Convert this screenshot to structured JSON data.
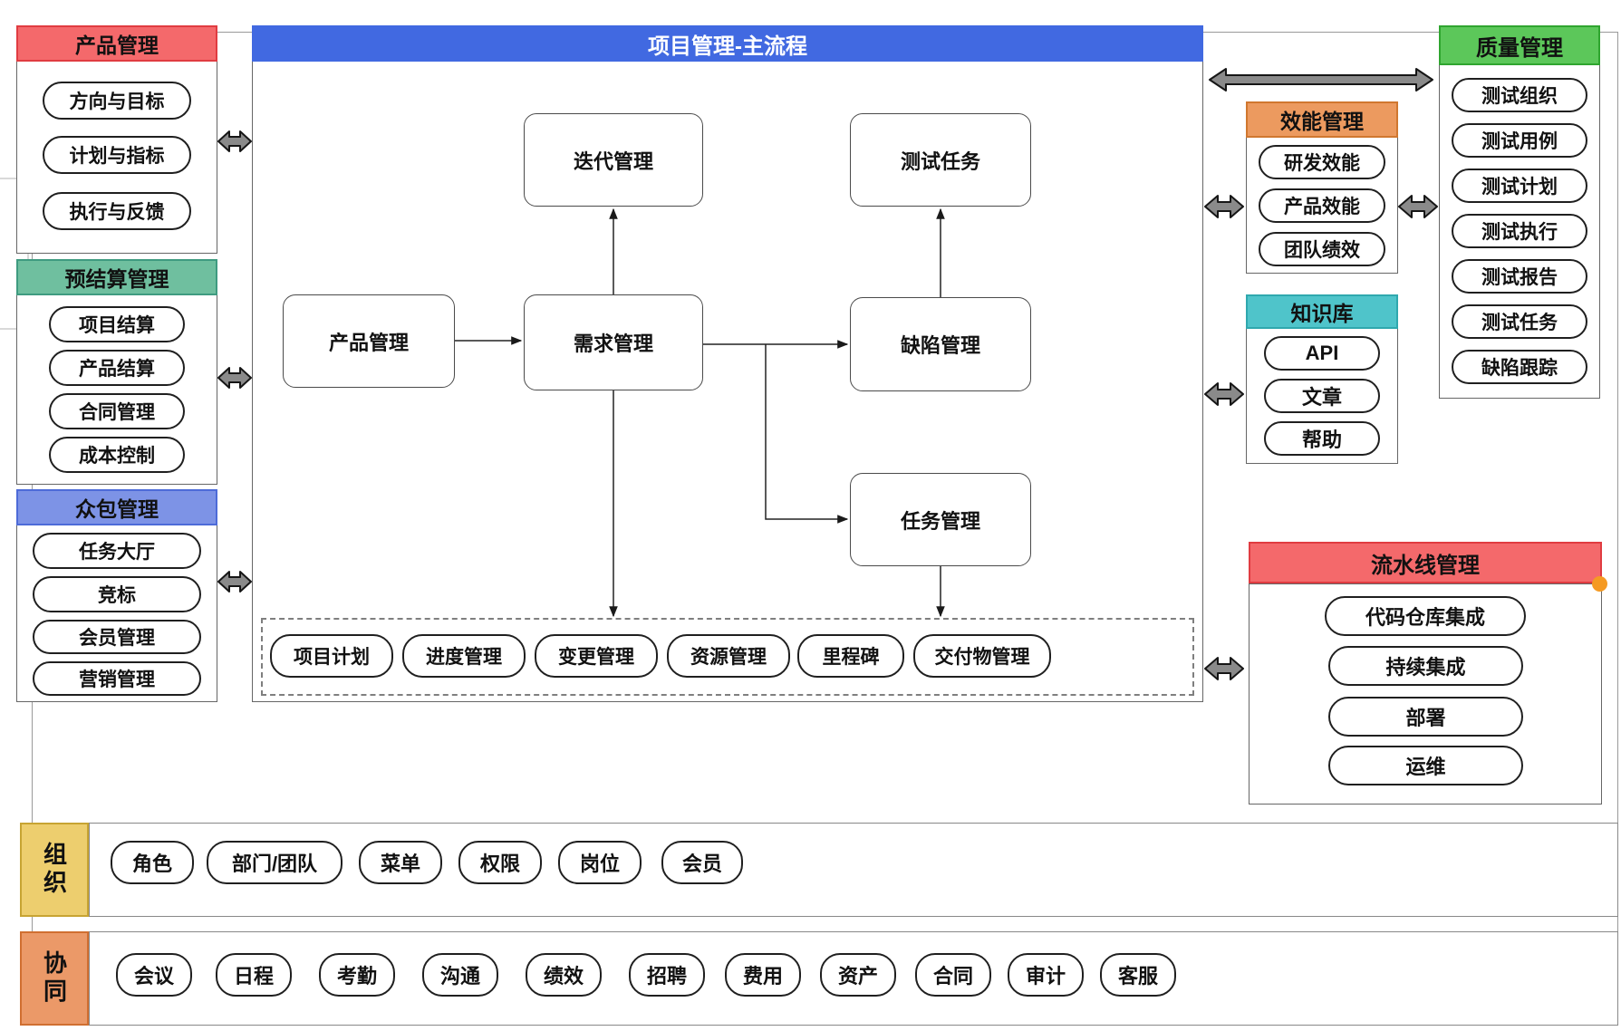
{
  "diagram": {
    "left_panels": [
      {
        "title": "产品管理",
        "header_color": "#F4696B",
        "header_border": "#E03C41",
        "items": [
          "方向与目标",
          "计划与指标",
          "执行与反馈"
        ]
      },
      {
        "title": "预结算管理",
        "header_color": "#6FBF9F",
        "header_border": "#3F9B80",
        "items": [
          "项目结算",
          "产品结算",
          "合同管理",
          "成本控制"
        ]
      },
      {
        "title": "众包管理",
        "header_color": "#7D93E6",
        "header_border": "#4D6BD8",
        "items": [
          "任务大厅",
          "竞标",
          "会员管理",
          "营销管理"
        ]
      }
    ],
    "main_flow": {
      "title": "项目管理-主流程",
      "header_color": "#4169E1",
      "nodes": [
        "迭代管理",
        "测试任务",
        "产品管理",
        "需求管理",
        "缺陷管理",
        "任务管理"
      ],
      "sub_items": [
        "项目计划",
        "进度管理",
        "变更管理",
        "资源管理",
        "里程碑",
        "交付物管理"
      ]
    },
    "right_panels": [
      {
        "title": "效能管理",
        "header_color": "#EC9A5F",
        "header_border": "#D0772F",
        "items": [
          "研发效能",
          "产品效能",
          "团队绩效"
        ]
      },
      {
        "title": "知识库",
        "header_color": "#4FC4CA",
        "header_border": "#2FA8AE",
        "items": [
          "API",
          "文章",
          "帮助"
        ]
      },
      {
        "title": "质量管理",
        "header_color": "#5CC75A",
        "header_border": "#2FA52F",
        "items": [
          "测试组织",
          "测试用例",
          "测试计划",
          "测试执行",
          "测试报告",
          "测试任务",
          "缺陷跟踪"
        ]
      },
      {
        "title": "流水线管理",
        "header_color": "#F4696B",
        "header_border": "#E03C41",
        "items": [
          "代码仓库集成",
          "持续集成",
          "部署",
          "运维"
        ]
      }
    ],
    "bottom_rows": [
      {
        "label": "组织",
        "color": "#EDCE6E",
        "border": "#C7A433",
        "items": [
          "角色",
          "部门/团队",
          "菜单",
          "权限",
          "岗位",
          "会员"
        ]
      },
      {
        "label": "协同",
        "color": "#EB9968",
        "border": "#D06F31",
        "items": [
          "会议",
          "日程",
          "考勤",
          "沟通",
          "绩效",
          "招聘",
          "费用",
          "资产",
          "合同",
          "审计",
          "客服"
        ]
      }
    ],
    "accents": {
      "connector_gray": "#8A8A8A",
      "dot_orange": "#F59A23"
    }
  }
}
